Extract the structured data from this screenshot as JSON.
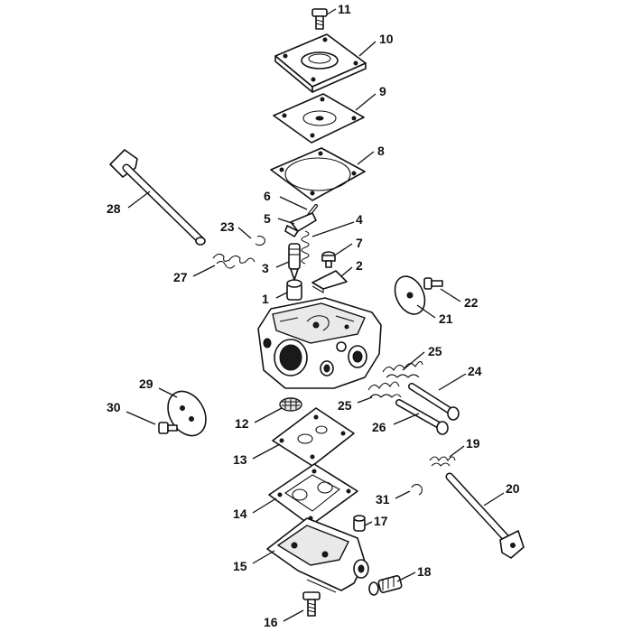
{
  "callouts": {
    "p1": "1",
    "p2": "2",
    "p3": "3",
    "p4": "4",
    "p5": "5",
    "p6": "6",
    "p7": "7",
    "p8": "8",
    "p9": "9",
    "p10": "10",
    "p11": "11",
    "p12": "12",
    "p13": "13",
    "p14": "14",
    "p15": "15",
    "p16": "16",
    "p17": "17",
    "p18": "18",
    "p19": "19",
    "p20": "20",
    "p21": "21",
    "p22": "22",
    "p23": "23",
    "p24": "24",
    "p25a": "25",
    "p25b": "25",
    "p26": "26",
    "p27": "27",
    "p28": "28",
    "p29": "29",
    "p30": "30",
    "p31": "31"
  }
}
